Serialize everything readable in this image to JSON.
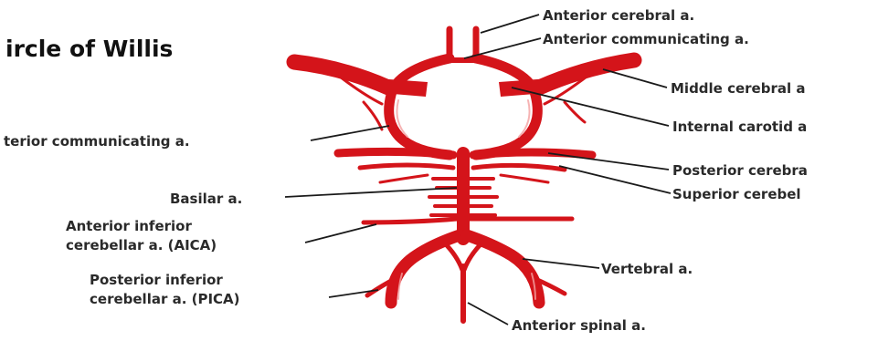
{
  "diagram": {
    "title": "ircle of Willis",
    "labels": {
      "anterior_cerebral": "Anterior cerebral a.",
      "anterior_communicating": "Anterior communicating a.",
      "middle_cerebral": "Middle cerebral a",
      "internal_carotid": "Internal carotid a",
      "posterior_communicating": "terior communicating a.",
      "posterior_cerebral": "Posterior cerebra",
      "superior_cerebellar": "Superior cerebel",
      "basilar": "Basilar a.",
      "aica_line1": "Anterior inferior",
      "aica_line2": "cerebellar a. (AICA)",
      "vertebral": "Vertebral a.",
      "pica_line1": "Posterior inferior",
      "pica_line2": "cerebellar a. (PICA)",
      "anterior_spinal": "Anterior spinal a."
    },
    "colors": {
      "artery": "#d4141a",
      "leader": "#1a1a1a",
      "background": "#ffffff"
    }
  }
}
